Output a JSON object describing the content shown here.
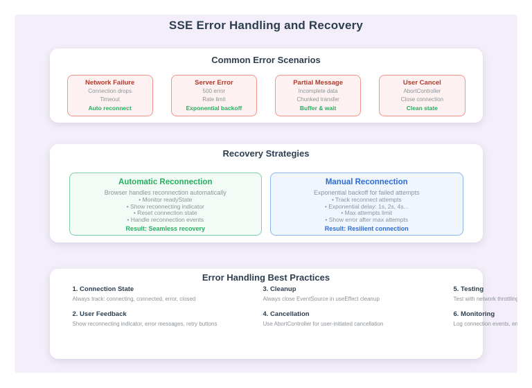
{
  "page": {
    "title": "SSE Error Handling and Recovery"
  },
  "colors": {
    "panel_background": "#f3eef9",
    "heading_text": "#2c3e50",
    "muted_text": "#8d9399",
    "error_border": "#f1958a",
    "error_background": "#fdf2f1",
    "error_title": "#b03a2e",
    "success_green": "#27ae60",
    "green_card_border": "#7cd2a4",
    "green_card_background": "#f3fbf6",
    "blue_accent": "#2e6bd4",
    "blue_card_border": "#85b5ea",
    "blue_card_background": "#eff6fd"
  },
  "sections": {
    "scenarios": {
      "heading": "Common Error Scenarios",
      "cards": [
        {
          "title": "Network Failure",
          "lines": [
            "Connection drops",
            "Timeout"
          ],
          "action": "Auto reconnect"
        },
        {
          "title": "Server Error",
          "lines": [
            "500 error",
            "Rate limit"
          ],
          "action": "Exponential backoff"
        },
        {
          "title": "Partial Message",
          "lines": [
            "Incomplete data",
            "Chunked transfer"
          ],
          "action": "Buffer & wait"
        },
        {
          "title": "User Cancel",
          "lines": [
            "AbortController",
            "Close connection"
          ],
          "action": "Clean state"
        }
      ]
    },
    "strategies": {
      "heading": "Recovery Strategies",
      "cards": [
        {
          "title": "Automatic Reconnection",
          "subtitle": "Browser handles reconnection automatically",
          "bullets": [
            "• Monitor readyState",
            "• Show reconnecting indicator",
            "• Reset connection state",
            "• Handle reconnection events"
          ],
          "result": "Result: Seamless recovery"
        },
        {
          "title": "Manual Reconnection",
          "subtitle": "Exponential backoff for failed attempts",
          "bullets": [
            "• Track reconnect attempts",
            "• Exponential delay: 1s, 2s, 4s...",
            "• Max attempts limit",
            "• Show error after max attempts"
          ],
          "result": "Result: Resilient connection"
        }
      ]
    },
    "practices": {
      "heading": "Error Handling Best Practices",
      "columns": [
        [
          {
            "title": "1. Connection State",
            "desc": "Always track: connecting, connected, error, closed"
          },
          {
            "title": "2. User Feedback",
            "desc": "Show reconnecting indicator, error messages, retry buttons"
          }
        ],
        [
          {
            "title": "3. Cleanup",
            "desc": "Always close EventSource in useEffect cleanup"
          },
          {
            "title": "4. Cancellation",
            "desc": "Use AbortController for user-initiated cancellation"
          }
        ],
        [
          {
            "title": "5. Testing",
            "desc": "Test with network throttling, offline mo"
          },
          {
            "title": "6. Monitoring",
            "desc": "Log connection events, errors, reconn"
          }
        ]
      ]
    }
  }
}
